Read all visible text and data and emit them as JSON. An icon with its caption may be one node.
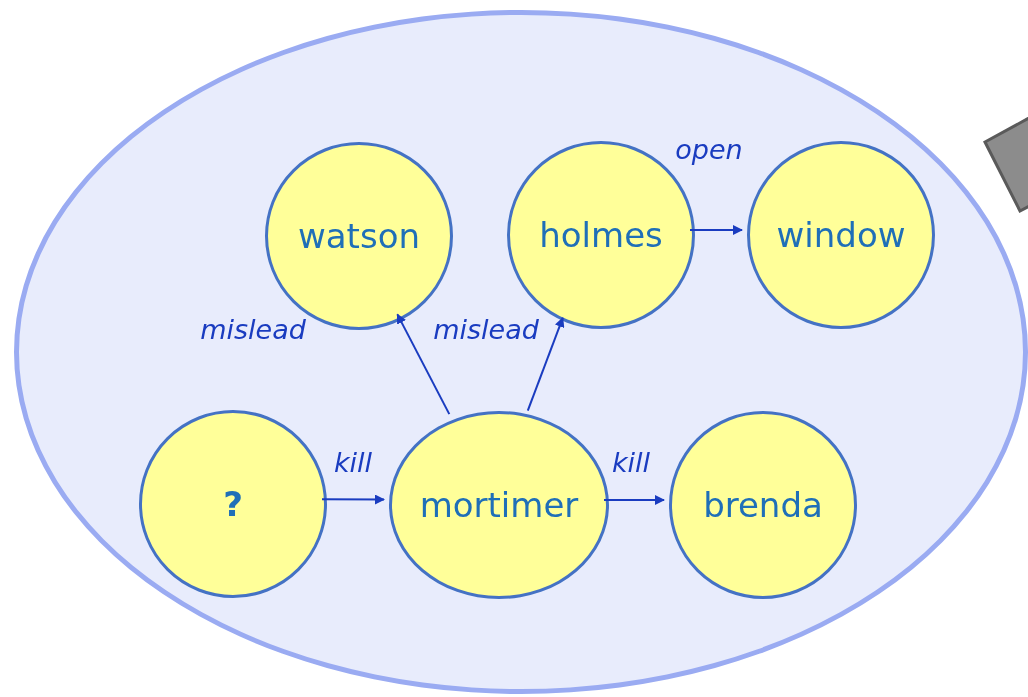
{
  "diagram": {
    "nodes": [
      {
        "text": [],
        "shape": "ellipse"
      },
      {
        "text": [
          "watson"
        ],
        "in": 0
      },
      {
        "text": [
          "holmes"
        ],
        "in": 0
      },
      {
        "text": [
          "window"
        ],
        "in": 0
      },
      {
        "text": [
          "?"
        ],
        "in": 0
      },
      {
        "text": [
          "mortimer"
        ],
        "in": 0
      },
      {
        "text": [
          "brenda"
        ],
        "in": 0
      }
    ],
    "edges": [
      {
        "from": 5,
        "to": 1,
        "arrow": "to",
        "label": "mislead"
      },
      {
        "from": 5,
        "to": 2,
        "arrow": "to",
        "label": "mislead"
      },
      {
        "from": 2,
        "to": 3,
        "arrow": "to",
        "label": "open"
      },
      {
        "from": 4,
        "to": 5,
        "arrow": "to",
        "label": "kill"
      },
      {
        "from": 5,
        "to": 6,
        "arrow": "to",
        "label": "kill"
      }
    ]
  }
}
